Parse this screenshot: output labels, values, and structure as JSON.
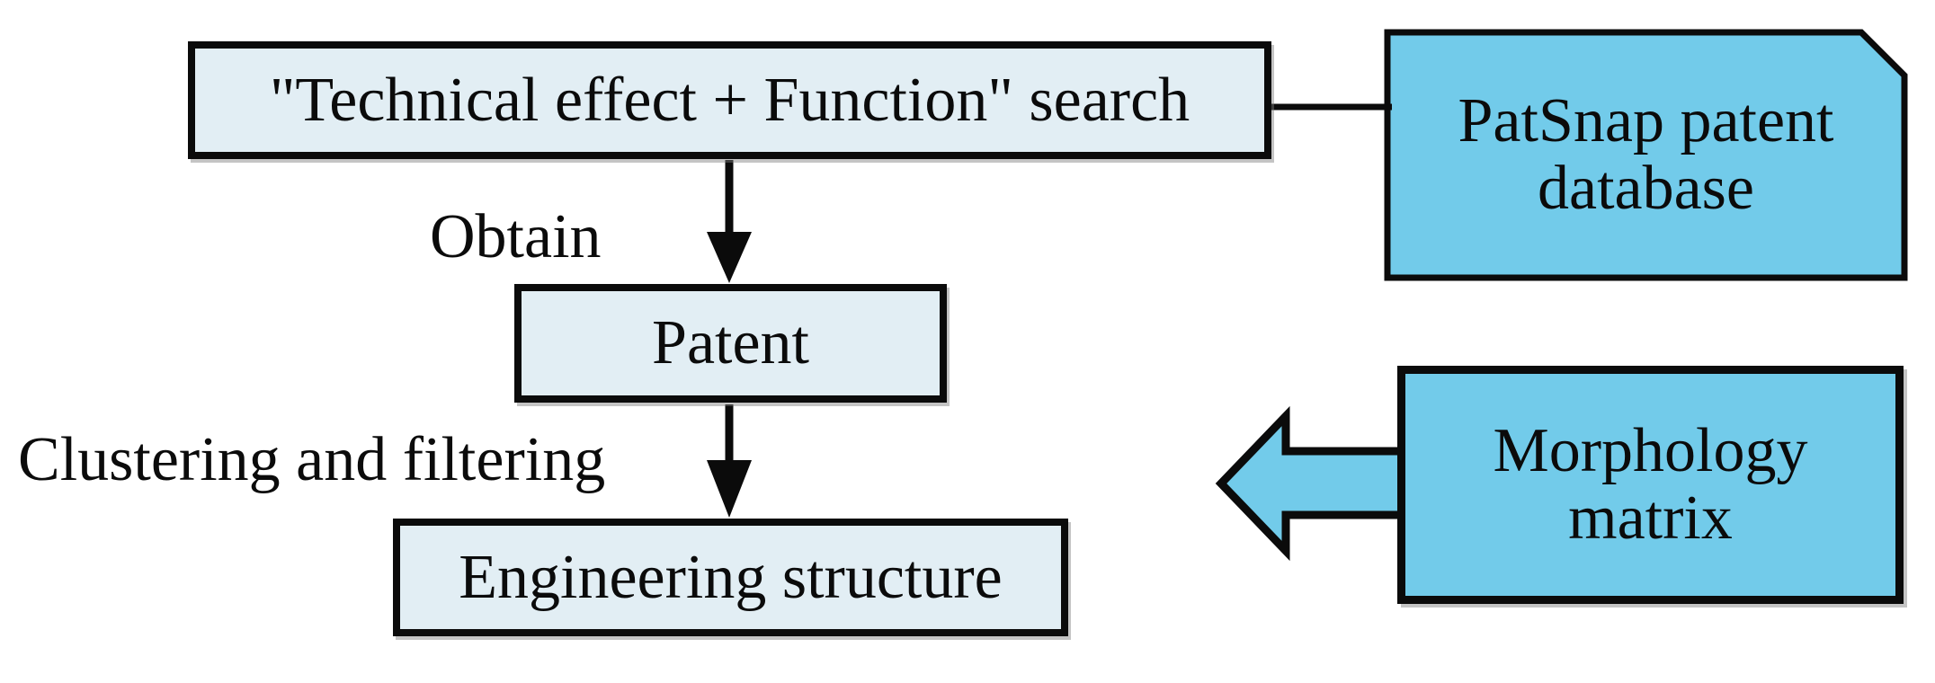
{
  "diagram": {
    "nodes": {
      "search_box": {
        "label": "\"Technical effect + Function\" search",
        "shape": "rectangle",
        "fill": "#e2eef4"
      },
      "patsnap_db": {
        "label_line1": "PatSnap patent",
        "label_line2": "database",
        "shape": "card-cut-corner",
        "fill": "#72cbea"
      },
      "patent_box": {
        "label": "Patent",
        "shape": "rectangle",
        "fill": "#e2eef4"
      },
      "engineering_box": {
        "label": "Engineering structure",
        "shape": "rectangle",
        "fill": "#e2eef4"
      },
      "morphology_box": {
        "label_line1": "Morphology",
        "label_line2": "matrix",
        "shape": "rectangle",
        "fill": "#72cbea"
      }
    },
    "edge_labels": {
      "obtain": "Obtain",
      "clustering": "Clustering and filtering"
    },
    "connections": {
      "search_to_patsnap": "horizontal line",
      "search_to_patent": "down arrow (Obtain)",
      "patent_to_engineering": "down arrow (Clustering and filtering)",
      "morphology_to_left": "left block arrow"
    },
    "colors": {
      "light_fill": "#e2eef4",
      "accent_fill": "#72cbea",
      "outline": "#0b0b0b",
      "background": "#ffffff"
    }
  }
}
